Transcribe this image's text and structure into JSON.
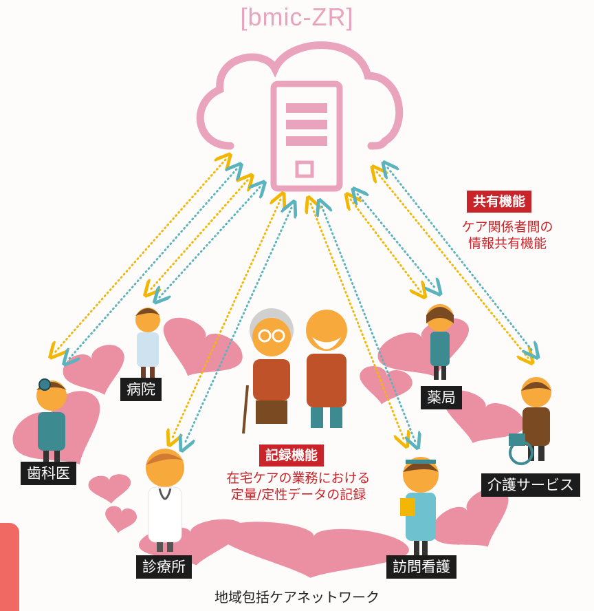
{
  "title": "[bmic-ZR]",
  "share": {
    "badge": "共有機能",
    "line1": "ケア関係者間の",
    "line2": "情報共有機能"
  },
  "record": {
    "badge": "記録機能",
    "line1": "在宅ケアの業務における",
    "line2": "定量/定性データの記録"
  },
  "nodes": {
    "hospital": "病院",
    "dentist": "歯科医",
    "clinic": "診療所",
    "pharmacy": "薬局",
    "care_service": "介護サービス",
    "home_nursing": "訪問看護"
  },
  "caption": "地域包括ケアネットワーク",
  "colors": {
    "cloud": "#eaa3bd",
    "arrow_gold": "#f2b705",
    "arrow_teal": "#5bb3bd",
    "badge_red": "#c9242a",
    "heart": "#e46b86"
  },
  "icons": {
    "cloud": "cloud-server-icon",
    "elderly": "elderly-couple-icon"
  }
}
